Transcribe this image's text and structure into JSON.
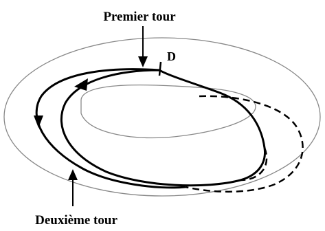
{
  "labels": {
    "first_turn": "Premier tour",
    "start_point": "D",
    "second_turn": "Deuxième tour"
  },
  "colors": {
    "torus_outline": "#888888",
    "trajectory": "#000000",
    "background": "#ffffff"
  }
}
